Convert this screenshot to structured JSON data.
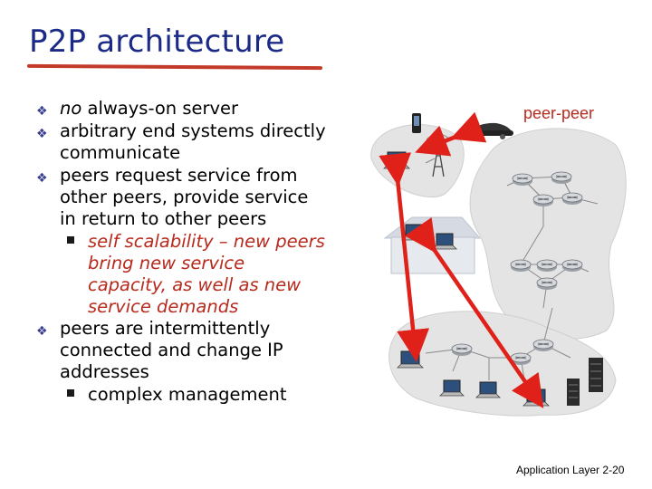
{
  "title": "P2P architecture",
  "bullets": [
    {
      "prefix": "no",
      "rest": " always-on server"
    },
    {
      "text": "arbitrary end systems directly communicate"
    },
    {
      "text": "peers request service from other peers, provide service in return to other peers"
    },
    {
      "sub_italic": "self scalability – new peers bring new service capacity, as well as new service demands"
    },
    {
      "text": "peers are intermittently connected and change IP addresses"
    },
    {
      "sub": "complex management"
    }
  ],
  "diagram": {
    "label": "peer-peer"
  },
  "footer": {
    "section": "Application Layer",
    "page": "2-20"
  },
  "colors": {
    "title": "#1c2a87",
    "accent": "#b72a1e",
    "arrow": "#e0211a"
  }
}
